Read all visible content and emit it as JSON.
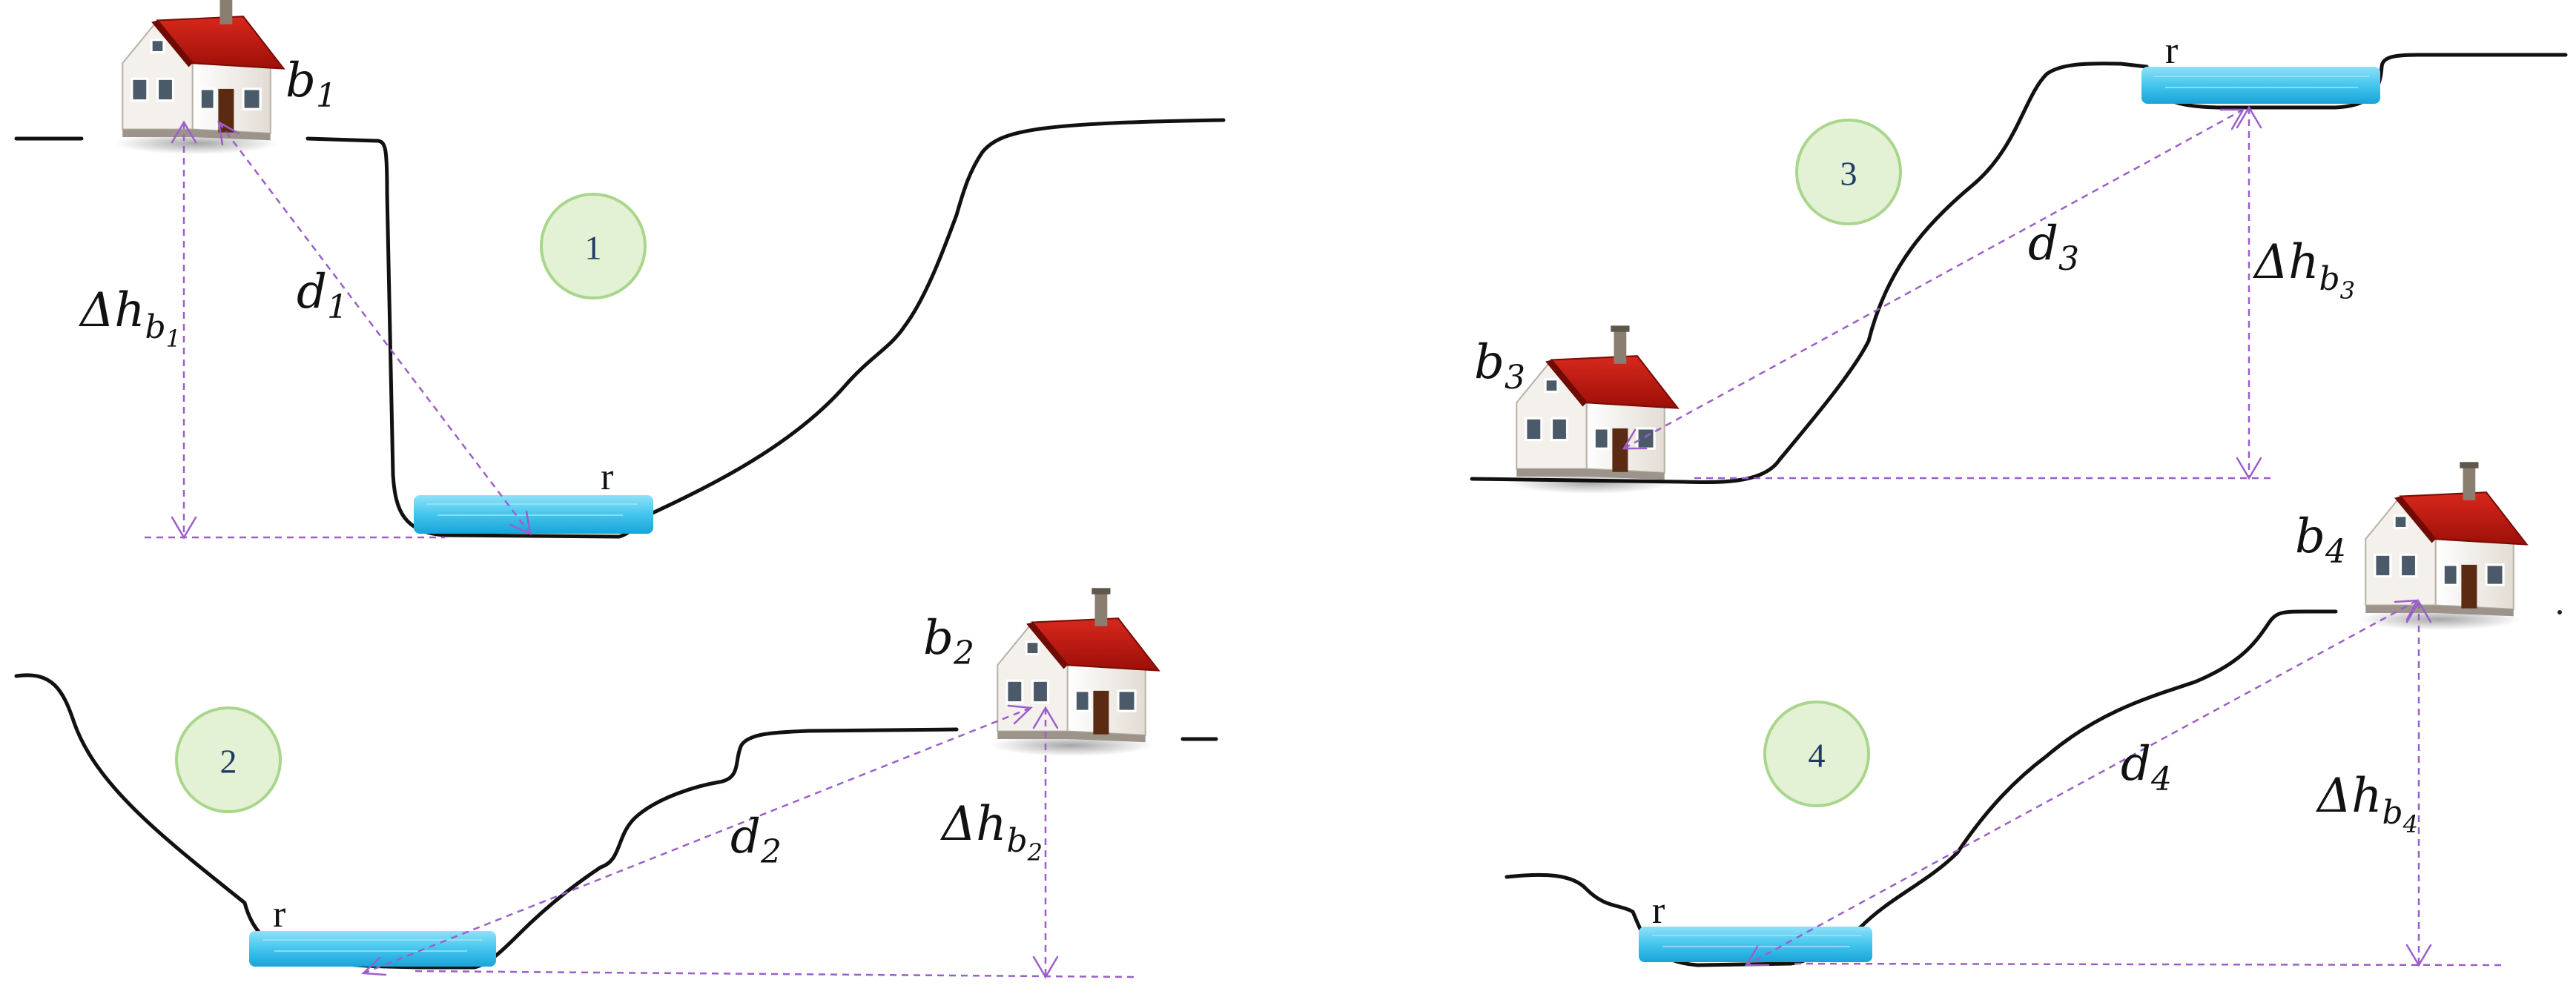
{
  "panels": [
    {
      "number": "1",
      "building_symbol": "b",
      "building_index": "1",
      "distance_symbol": "d",
      "distance_index": "1",
      "height_symbol": "Δh",
      "height_sub_symbol": "b",
      "height_sub_index": "1",
      "reservoir_label": "r"
    },
    {
      "number": "2",
      "building_symbol": "b",
      "building_index": "2",
      "distance_symbol": "d",
      "distance_index": "2",
      "height_symbol": "Δh",
      "height_sub_symbol": "b",
      "height_sub_index": "2",
      "reservoir_label": "r"
    },
    {
      "number": "3",
      "building_symbol": "b",
      "building_index": "3",
      "distance_symbol": "d",
      "distance_index": "3",
      "height_symbol": "Δh",
      "height_sub_symbol": "b",
      "height_sub_index": "3",
      "reservoir_label": "r"
    },
    {
      "number": "4",
      "building_symbol": "b",
      "building_index": "4",
      "distance_symbol": "d",
      "distance_index": "4",
      "height_symbol": "Δh",
      "height_sub_symbol": "b",
      "height_sub_index": "4",
      "reservoir_label": "r"
    }
  ],
  "colors": {
    "terrain": "#111111",
    "dashed_lines": "#9b5fc9",
    "water": "#43c6ee",
    "badge_fill": "#e3f2d4",
    "badge_stroke": "#a9d68c",
    "roof": "#c0180f",
    "house_wall": "#f3efe8"
  },
  "icons": {
    "building": "house-icon",
    "reservoir": "water-reservoir-icon"
  }
}
